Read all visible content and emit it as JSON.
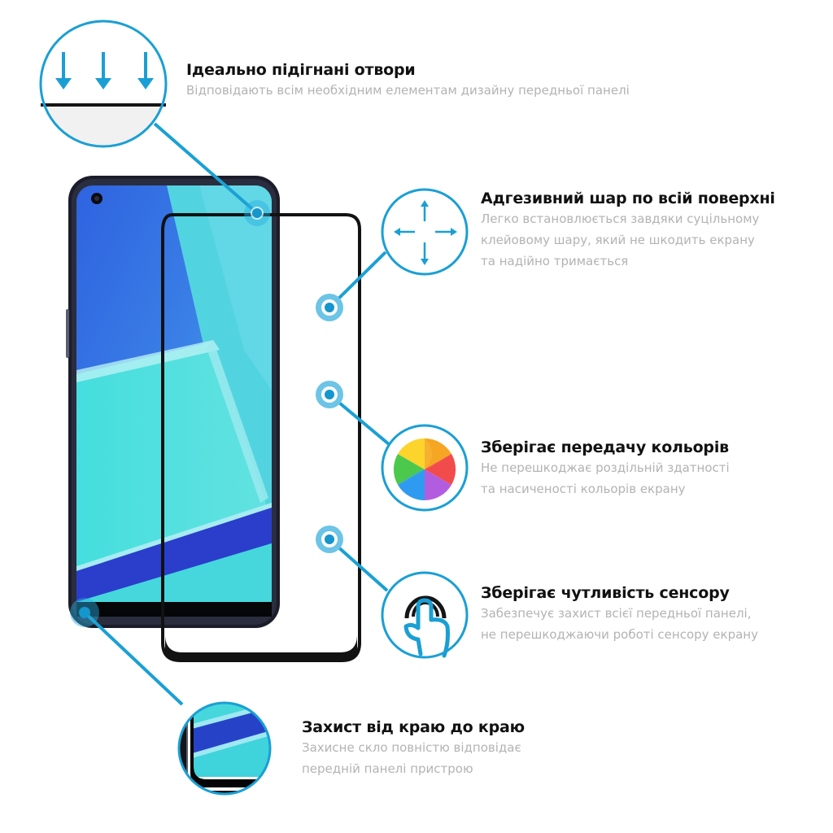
{
  "colors": {
    "accent": "#1a9fd4",
    "accent_light": "#6cc4e6",
    "title": "#111111",
    "description": "#b3b3b3",
    "glass_frame": "#111111",
    "screen_cyan": "#3fd3d8",
    "screen_blue": "#2a3fd0"
  },
  "features": [
    {
      "id": "precise-cutouts",
      "icon": "arrows-down-icon",
      "title": "Ідеально підігнані отвори",
      "description": [
        "Відповідають всім необхідним елементам дизайну передньої панелі"
      ]
    },
    {
      "id": "adhesive-layer",
      "icon": "expand-arrows-icon",
      "title": "Адгезивний шар по всій поверхні",
      "description": [
        "Легко встановлюється завдяки суцільному",
        "клейовому шару, який не шкодить екрану",
        "та надійно тримається"
      ]
    },
    {
      "id": "color-reproduction",
      "icon": "color-wheel-icon",
      "title": "Зберігає передачу кольорів",
      "description": [
        "Не перешкоджає роздільній здатності",
        "та насиченості кольорів екрану"
      ]
    },
    {
      "id": "touch-sensitivity",
      "icon": "touch-finger-icon",
      "title": "Зберігає чутливість сенсору",
      "description": [
        "Забезпечує захист всієї передньої панелі,",
        "не перешкоджаючи роботі сенсору екрану"
      ]
    },
    {
      "id": "edge-to-edge",
      "icon": "edge-zoom-icon",
      "title": "Захист від краю до краю",
      "description": [
        "Захисне скло повністю відповідає",
        "передній панелі пристрою"
      ]
    }
  ]
}
